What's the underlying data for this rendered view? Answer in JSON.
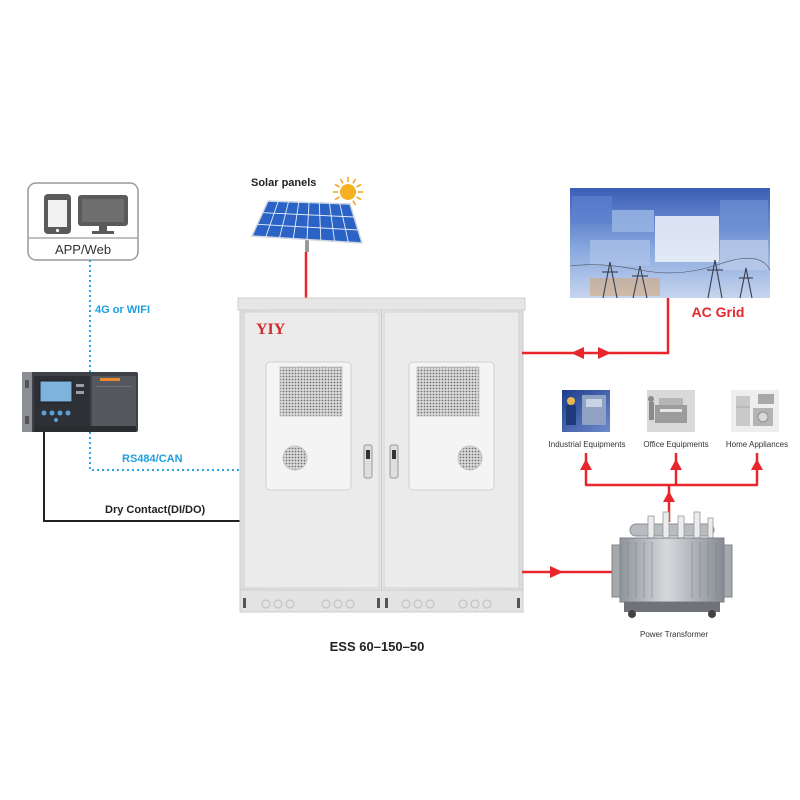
{
  "app_box": {
    "label": "APP/Web"
  },
  "links": {
    "wireless": "4G or WIFI",
    "bus": "RS484/CAN",
    "dry_contact": "Dry Contact(DI/DO)"
  },
  "solar": {
    "label": "Solar panels"
  },
  "cabinet": {
    "brand": "YIY",
    "model": "ESS 60–150–50"
  },
  "grid": {
    "label": "AC Grid"
  },
  "loads": [
    {
      "label": "Industrial Equipments"
    },
    {
      "label": "Office Equipments"
    },
    {
      "label": "Home Appliances"
    }
  ],
  "transformer": {
    "label": "Power Transformer"
  },
  "icons": {
    "phone": "smartphone-icon",
    "monitor": "monitor-icon",
    "sun": "sun-icon"
  },
  "colors": {
    "power_line": "#e8262b",
    "data_link": "#29a9e1",
    "data_text": "#1e9fe0",
    "wire": "#222222",
    "brand": "#d42a2a"
  }
}
